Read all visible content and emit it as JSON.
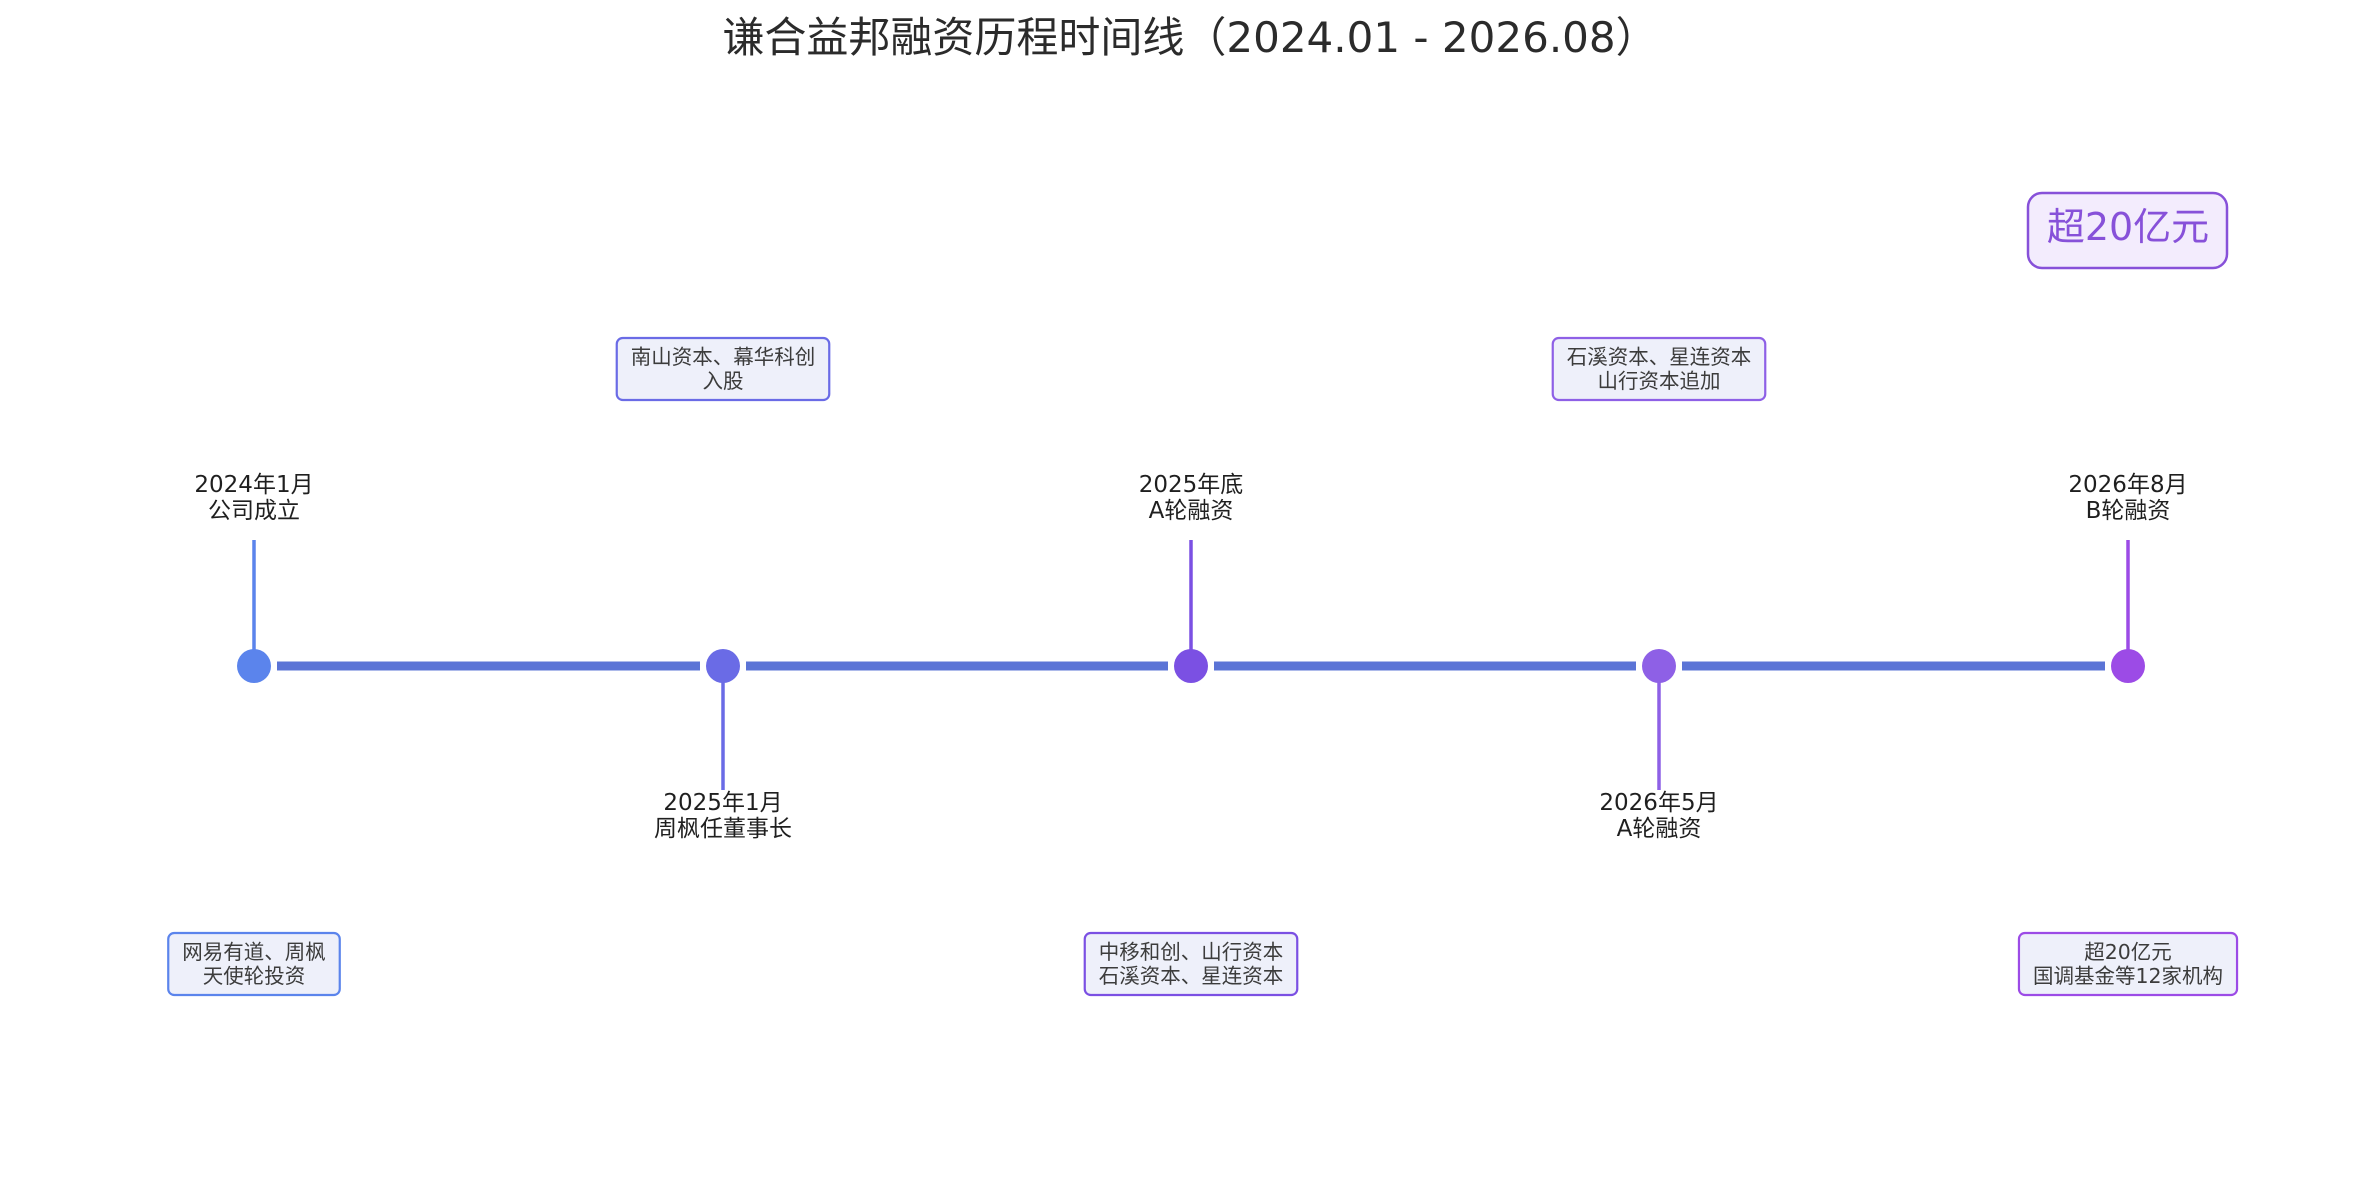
{
  "title": "谦合益邦融资历程时间线（2024.01 - 2026.08）",
  "colors": {
    "axis": "#5b74d6",
    "events": [
      "#5b84ec",
      "#6a6be6",
      "#7b50e3",
      "#8e60e6",
      "#9c4be6"
    ],
    "note_fill": "#eef0fa",
    "badge_fill": "#f3ecfd",
    "badge_text": "#8751d9"
  },
  "badge": {
    "text": "超20亿元"
  },
  "events": [
    {
      "date": "2024年1月",
      "label": "公司成立",
      "note": [
        "网易有道、周枫",
        "天使轮投资"
      ]
    },
    {
      "date": "2025年1月",
      "label": "周枫任董事长",
      "note": [
        "南山资本、幕华科创",
        "入股"
      ]
    },
    {
      "date": "2025年底",
      "label": "A轮融资",
      "note": [
        "中移和创、山行资本",
        "石溪资本、星连资本"
      ]
    },
    {
      "date": "2026年5月",
      "label": "A轮融资",
      "note": [
        "石溪资本、星连资本",
        "山行资本追加"
      ]
    },
    {
      "date": "2026年8月",
      "label": "B轮融资",
      "note": [
        "超20亿元",
        "国调基金等12家机构"
      ]
    }
  ]
}
